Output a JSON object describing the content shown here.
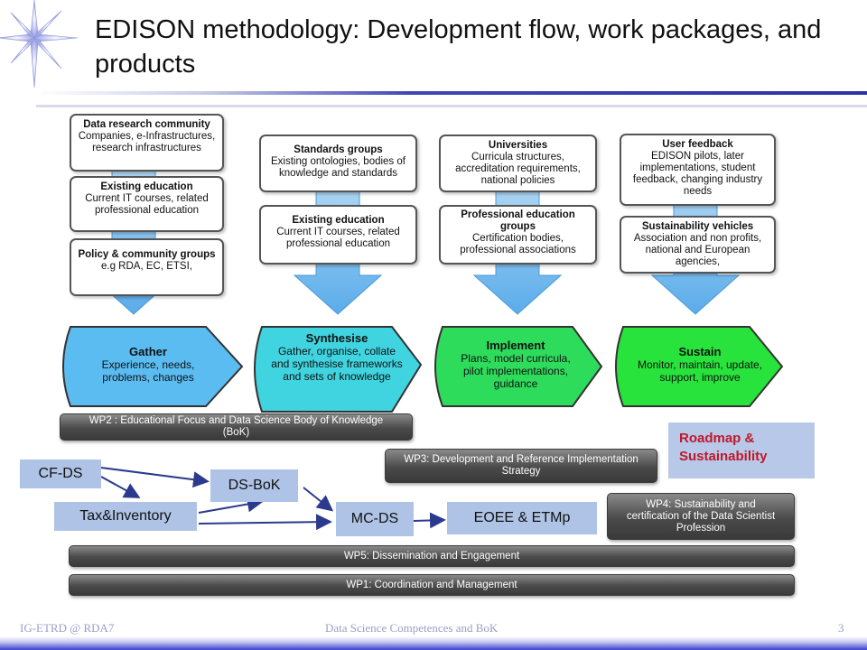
{
  "slide": {
    "title": "EDISON methodology: Development flow, work packages, and products",
    "footer_left": "IG-ETRD @ RDA7",
    "footer_center": "Data Science Competences and BoK",
    "page_number": "3"
  },
  "columns": [
    {
      "boxes": [
        {
          "heading": "Data research community",
          "body": "Companies, e-Infrastructures, research infrastructures"
        },
        {
          "heading": "Existing education",
          "body": "Current IT courses, related professional education"
        },
        {
          "heading": "Policy & community groups",
          "body": "e.g RDA, EC, ETSI,"
        }
      ],
      "stage": {
        "heading": "Gather",
        "body": "Experience, needs, problems, changes",
        "color": "#5bbcf2"
      }
    },
    {
      "boxes": [
        {
          "heading": "Standards groups",
          "body": "Existing ontologies, bodies of knowledge and standards"
        },
        {
          "heading": "Existing education",
          "body": "Current IT courses, related professional education"
        }
      ],
      "stage": {
        "heading": "Synthesise",
        "body": "Gather, organise, collate and synthesise frameworks and sets of knowledge",
        "color": "#3fd4df"
      }
    },
    {
      "boxes": [
        {
          "heading": "Universities",
          "body": "Curricula structures, accreditation requirements, national policies"
        },
        {
          "heading": "Professional education groups",
          "body": "Certification bodies, professional associations"
        }
      ],
      "stage": {
        "heading": "Implement",
        "body": "Plans, model curricula, pilot implementations, guidance",
        "color": "#2edc5c"
      }
    },
    {
      "boxes": [
        {
          "heading": "User feedback",
          "body": "EDISON pilots, later implementations, student feedback, changing industry needs"
        },
        {
          "heading": "Sustainability vehicles",
          "body": "Association and non profits, national and European agencies,"
        }
      ],
      "stage": {
        "heading": "Sustain",
        "body": "Monitor, maintain, update, support, improve",
        "color": "#27e33b"
      }
    }
  ],
  "work_packages": {
    "wp2": "WP2 : Educational Focus and Data Science Body of Knowledge (BoK)",
    "wp3": "WP3: Development and Reference Implementation Strategy",
    "wp4": "WP4: Sustainability and certification of the Data Scientist Profession",
    "wp5": "WP5: Dissemination and Engagement",
    "wp1": "WP1: Coordination and Management"
  },
  "products": {
    "cf_ds": "CF-DS",
    "tax_inventory": "Tax&Inventory",
    "ds_bok": "DS-BoK",
    "mc_ds": "MC-DS",
    "eoee": "EOEE & ETMp",
    "roadmap": "Roadmap & Sustainability"
  },
  "colors": {
    "product_fill": "#aec3e6",
    "roadmap_text": "#c0182a",
    "arrow": "#2b3a8c",
    "flow_arrow": "#6bb6ea"
  }
}
